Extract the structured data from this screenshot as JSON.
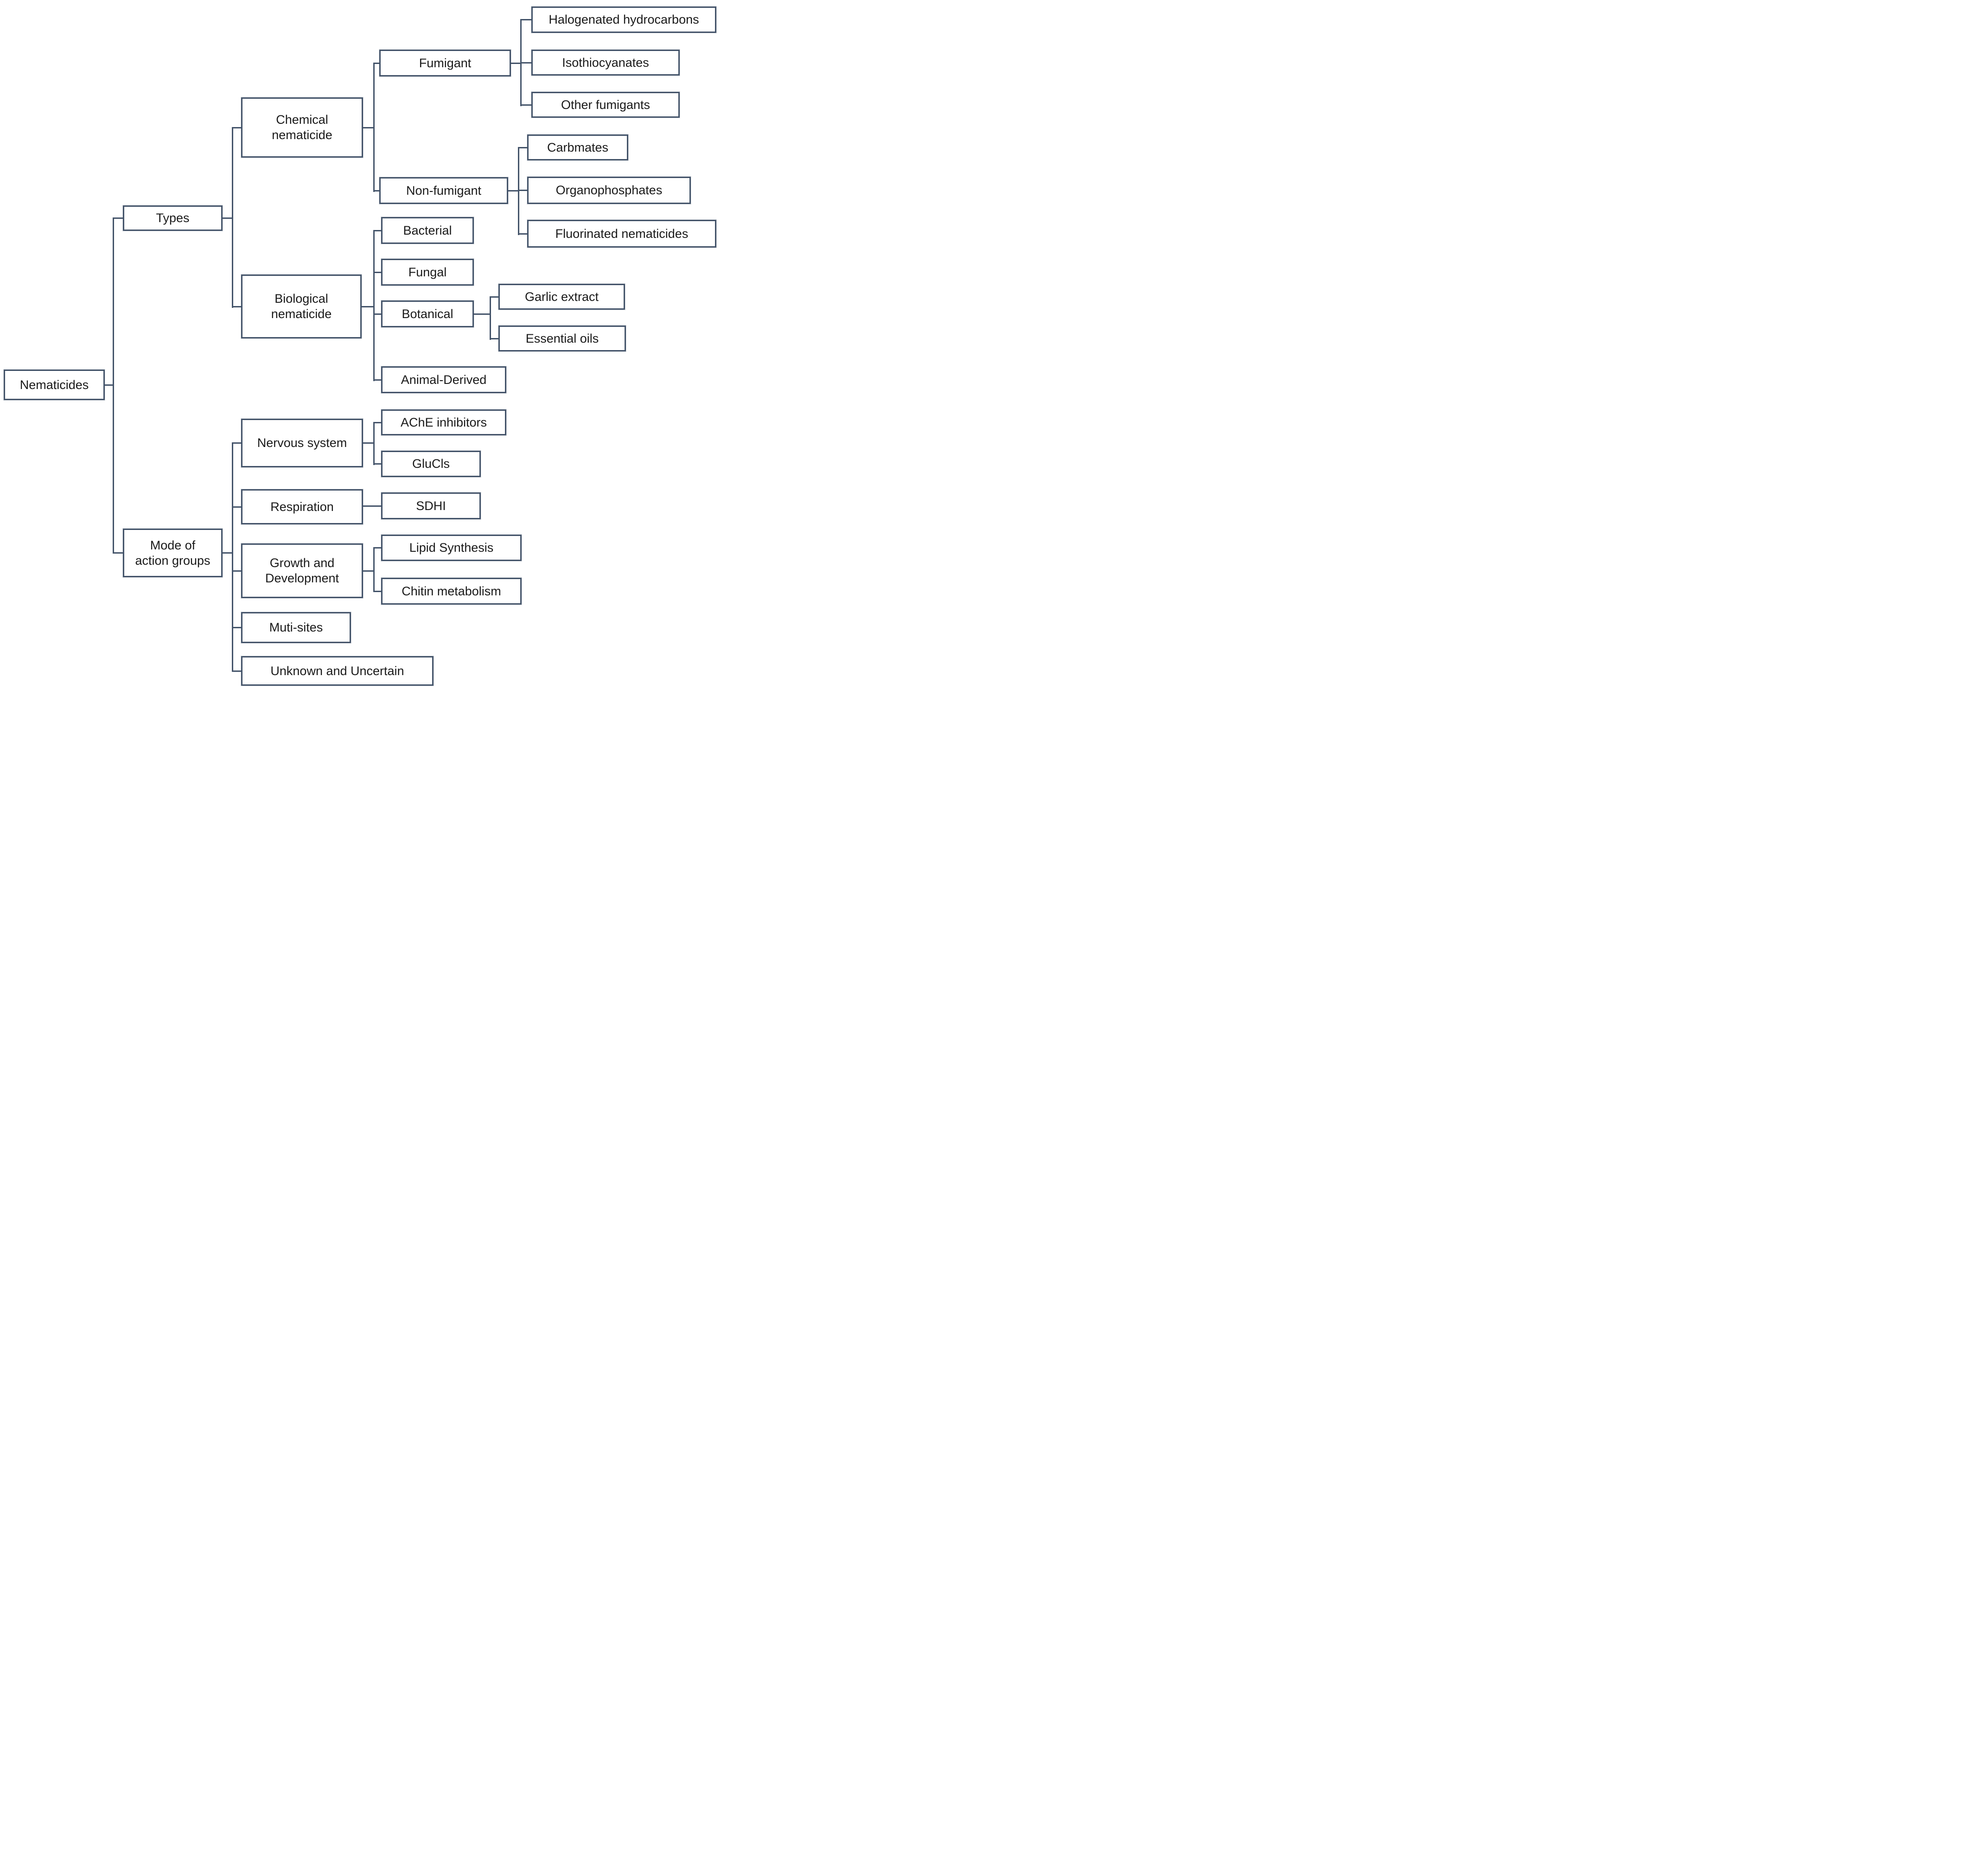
{
  "diagram": {
    "title": "Nematicides classification flowchart",
    "colors": {
      "box_border": "#44546A",
      "connector": "#44546A",
      "text": "#1a1a1a",
      "background": "#ffffff"
    },
    "nodes": {
      "nematicides": {
        "label": "Nematicides"
      },
      "types": {
        "label": "Types"
      },
      "mode": {
        "label": "Mode of\naction groups"
      },
      "chemical": {
        "label": "Chemical\nnematicide"
      },
      "biological": {
        "label": "Biological\nnematicide"
      },
      "fumigant": {
        "label": "Fumigant"
      },
      "nonfumigant": {
        "label": "Non-fumigant"
      },
      "halogenated": {
        "label": "Halogenated hydrocarbons"
      },
      "isothiocyanates": {
        "label": "Isothiocyanates"
      },
      "otherfumigants": {
        "label": "Other fumigants"
      },
      "carbmates": {
        "label": "Carbmates"
      },
      "organophosphates": {
        "label": "Organophosphates"
      },
      "fluorinated": {
        "label": "Fluorinated nematicides"
      },
      "bacterial": {
        "label": "Bacterial"
      },
      "fungal": {
        "label": "Fungal"
      },
      "botanical": {
        "label": "Botanical"
      },
      "garlic": {
        "label": "Garlic extract"
      },
      "essentialoils": {
        "label": "Essential oils"
      },
      "animalderived": {
        "label": "Animal-Derived"
      },
      "nervoussystem": {
        "label": "Nervous system"
      },
      "ache": {
        "label": "AChE inhibitors"
      },
      "glucls": {
        "label": "GluCls"
      },
      "respiration": {
        "label": "Respiration"
      },
      "sdhi": {
        "label": "SDHI"
      },
      "growth": {
        "label": "Growth and\nDevelopment"
      },
      "lipid": {
        "label": "Lipid Synthesis"
      },
      "chitin": {
        "label": "Chitin metabolism"
      },
      "mutisites": {
        "label": "Muti-sites"
      },
      "unknown": {
        "label": "Unknown and Uncertain"
      }
    },
    "edges": [
      {
        "from": "Nematicides",
        "to": "Types"
      },
      {
        "from": "Nematicides",
        "to": "Mode of action groups"
      },
      {
        "from": "Types",
        "to": "Chemical nematicide"
      },
      {
        "from": "Types",
        "to": "Biological nematicide"
      },
      {
        "from": "Chemical nematicide",
        "to": "Fumigant"
      },
      {
        "from": "Chemical nematicide",
        "to": "Non-fumigant"
      },
      {
        "from": "Fumigant",
        "to": "Halogenated hydrocarbons"
      },
      {
        "from": "Fumigant",
        "to": "Isothiocyanates"
      },
      {
        "from": "Fumigant",
        "to": "Other fumigants"
      },
      {
        "from": "Non-fumigant",
        "to": "Carbmates"
      },
      {
        "from": "Non-fumigant",
        "to": "Organophosphates"
      },
      {
        "from": "Non-fumigant",
        "to": "Fluorinated nematicides"
      },
      {
        "from": "Biological nematicide",
        "to": "Bacterial"
      },
      {
        "from": "Biological nematicide",
        "to": "Fungal"
      },
      {
        "from": "Biological nematicide",
        "to": "Botanical"
      },
      {
        "from": "Biological nematicide",
        "to": "Animal-Derived"
      },
      {
        "from": "Botanical",
        "to": "Garlic extract"
      },
      {
        "from": "Botanical",
        "to": "Essential oils"
      },
      {
        "from": "Mode of action groups",
        "to": "Nervous system"
      },
      {
        "from": "Mode of action groups",
        "to": "Respiration"
      },
      {
        "from": "Mode of action groups",
        "to": "Growth and Development"
      },
      {
        "from": "Mode of action groups",
        "to": "Muti-sites"
      },
      {
        "from": "Mode of action groups",
        "to": "Unknown and Uncertain"
      },
      {
        "from": "Nervous system",
        "to": "AChE inhibitors"
      },
      {
        "from": "Nervous system",
        "to": "GluCls"
      },
      {
        "from": "Respiration",
        "to": "SDHI"
      },
      {
        "from": "Growth and Development",
        "to": "Lipid Synthesis"
      },
      {
        "from": "Growth and Development",
        "to": "Chitin metabolism"
      }
    ]
  }
}
